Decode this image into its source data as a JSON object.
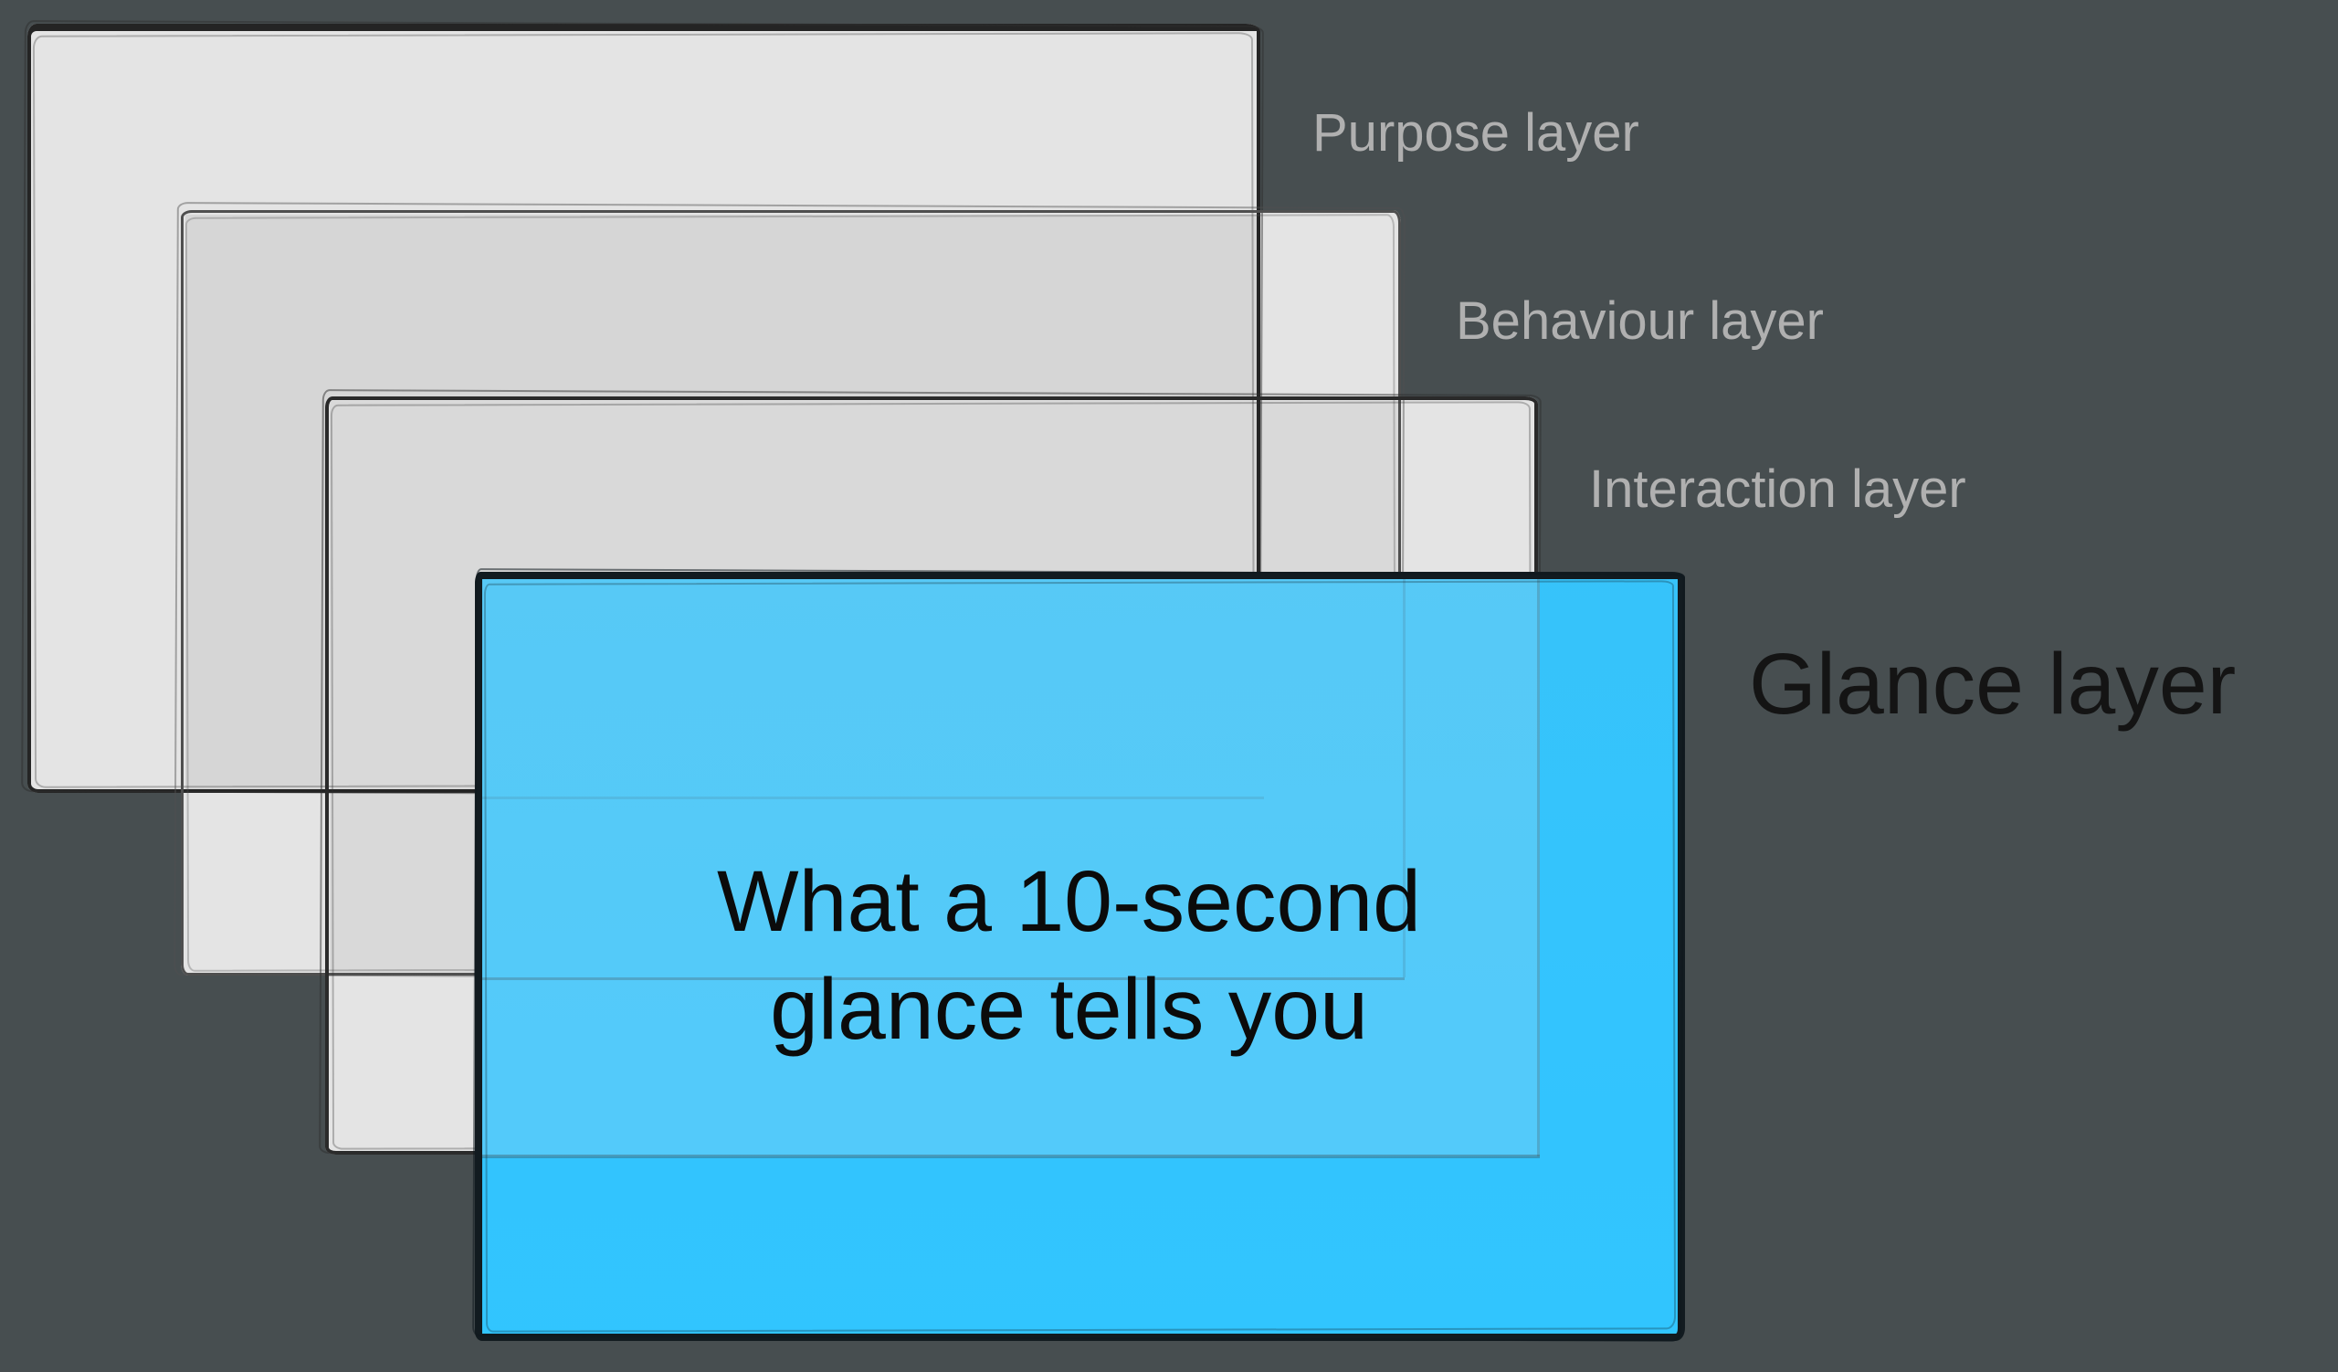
{
  "diagram": {
    "background_color": "#474E50",
    "panel_gray": "#E4E4E4",
    "panel_overlap_gray": "#D6D6D6",
    "glance_blue": "#33C4FE",
    "glance_blue_over_gray": "#51CAFA",
    "outline_dark": "#242424",
    "glance_outline": "#121B20",
    "label_gray": "#B0B0B0",
    "label_black": "#141414"
  },
  "layers": [
    {
      "id": "purpose",
      "label": "Purpose layer"
    },
    {
      "id": "behaviour",
      "label": "Behaviour layer"
    },
    {
      "id": "interaction",
      "label": "Interaction layer"
    },
    {
      "id": "glance",
      "label": "Glance layer"
    }
  ],
  "glance_caption": {
    "line1": "What a 10-second",
    "line2": "glance tells you"
  }
}
